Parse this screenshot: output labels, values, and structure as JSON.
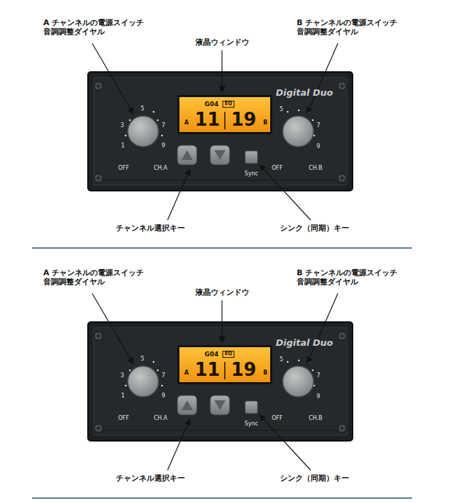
{
  "diagram": {
    "labels": [
      "A チャンネルの電源スイッチ 音調調整ダイヤル",
      "液晶ウィンドウ",
      "B チャンネルの電源スイッチ 音調調整ダイヤル",
      "Digital Duo",
      "G04",
      "EQ",
      "A",
      "11",
      "19",
      "B",
      "1",
      "3",
      "5",
      "7",
      "9",
      "5",
      "7",
      "9",
      "OFF",
      "CH.A",
      "Sync",
      "OFF",
      "CH.B",
      "チャンネル選択キー",
      "シンク（同期）キー",
      "A チャンネルの電源スイッチ 音調調整ダイヤル",
      "液晶ウィンドウ",
      "B チャンネルの電源スイッチ 音調調整ダイヤル",
      "Digital Duo",
      "G04",
      "EQ",
      "A",
      "11",
      "19",
      "B",
      "1",
      "3",
      "5",
      "7",
      "9",
      "5",
      "7",
      "9",
      "OFF",
      "CH.A",
      "Sync",
      "OFF",
      "CH.B",
      "チャンネル選択キー",
      "シンク（同期）キー"
    ]
  }
}
